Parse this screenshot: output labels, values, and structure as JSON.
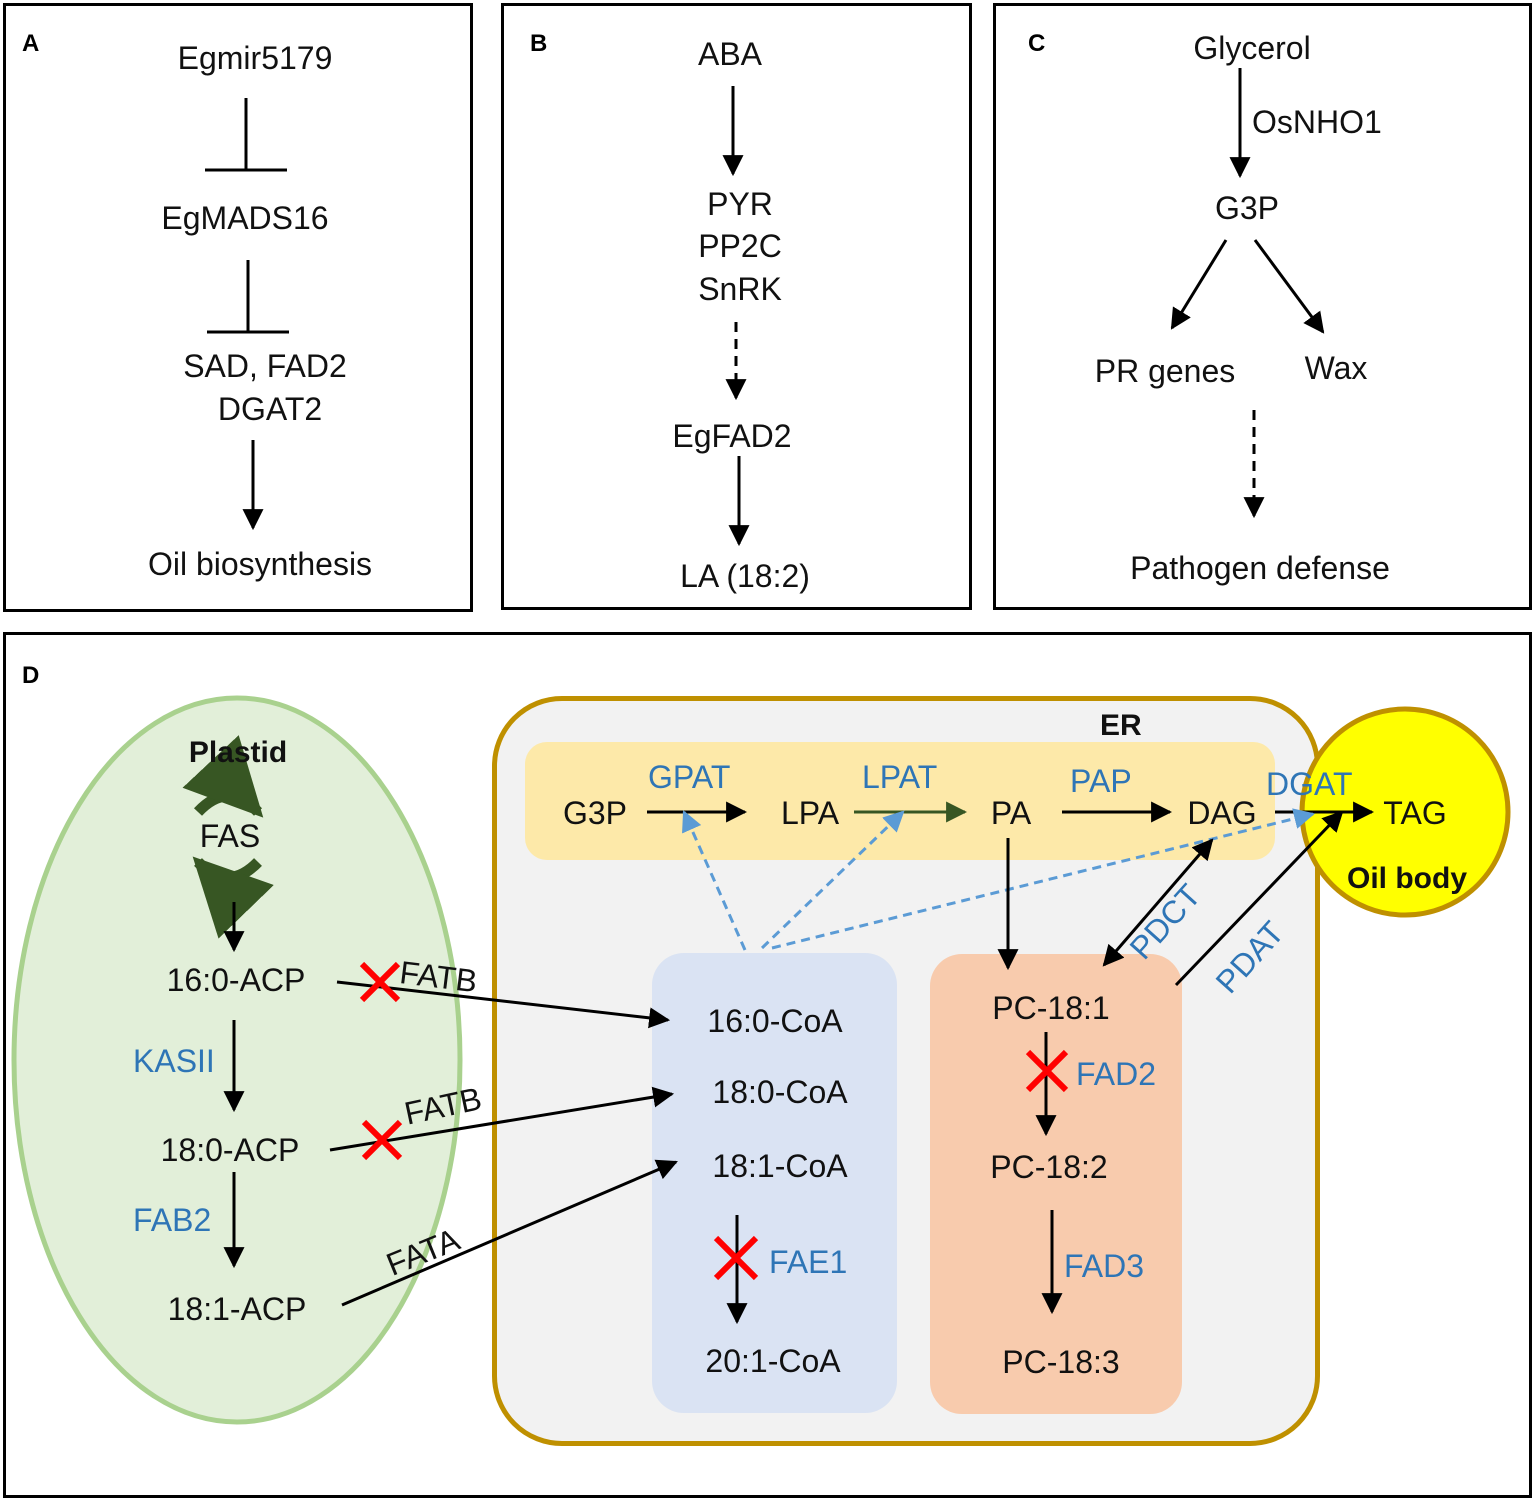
{
  "panel_a": {
    "letter": "A",
    "nodes": [
      "Egmir5179",
      "EgMADS16",
      "SAD, FAD2",
      "DGAT2",
      "Oil biosynthesis"
    ]
  },
  "panel_b": {
    "letter": "B",
    "nodes": [
      "ABA",
      "PYR",
      "PP2C",
      "SnRK",
      "EgFAD2",
      "LA (18:2)"
    ]
  },
  "panel_c": {
    "letter": "C",
    "nodes": [
      "Glycerol",
      "OsNHO1",
      "G3P",
      "PR genes",
      "Wax",
      "Pathogen defense"
    ]
  },
  "panel_d": {
    "letter": "D",
    "plastid": {
      "title": "Plastid",
      "fas": "FAS",
      "acp": [
        "16:0-ACP",
        "18:0-ACP",
        "18:1-ACP"
      ],
      "enzymes": [
        "KASII",
        "FAB2"
      ]
    },
    "er": {
      "title": "ER",
      "kennedy": [
        "G3P",
        "LPA",
        "PA",
        "DAG",
        "TAG"
      ],
      "kennedy_enzymes": [
        "GPAT",
        "LPAT",
        "PAP",
        "DGAT"
      ],
      "coa": [
        "16:0-CoA",
        "18:0-CoA",
        "18:1-CoA",
        "20:1-CoA"
      ],
      "coa_enzyme": "FAE1",
      "pc": [
        "PC-18:1",
        "PC-18:2",
        "PC-18:3"
      ],
      "pc_enzymes": [
        "FAD2",
        "FAD3"
      ],
      "side_enzymes": [
        "PDCT",
        "PDAT"
      ]
    },
    "transfer": [
      "FATB",
      "FATB",
      "FATA"
    ],
    "oil_body": "Oil body"
  },
  "colors": {
    "enzyme_blue": "#2e75b6",
    "plastid_fill": "#e2efd9",
    "plastid_border": "#a9d18e",
    "er_border": "#bf9000",
    "kennedy_fill": "#fde9a9",
    "coa_fill": "#dae3f3",
    "pc_fill": "#f8cbad",
    "oil_body_fill": "#ffff00",
    "cross_red": "#ff0000",
    "dashed_blue": "#5b9bd5",
    "green_arrow": "#375623"
  }
}
